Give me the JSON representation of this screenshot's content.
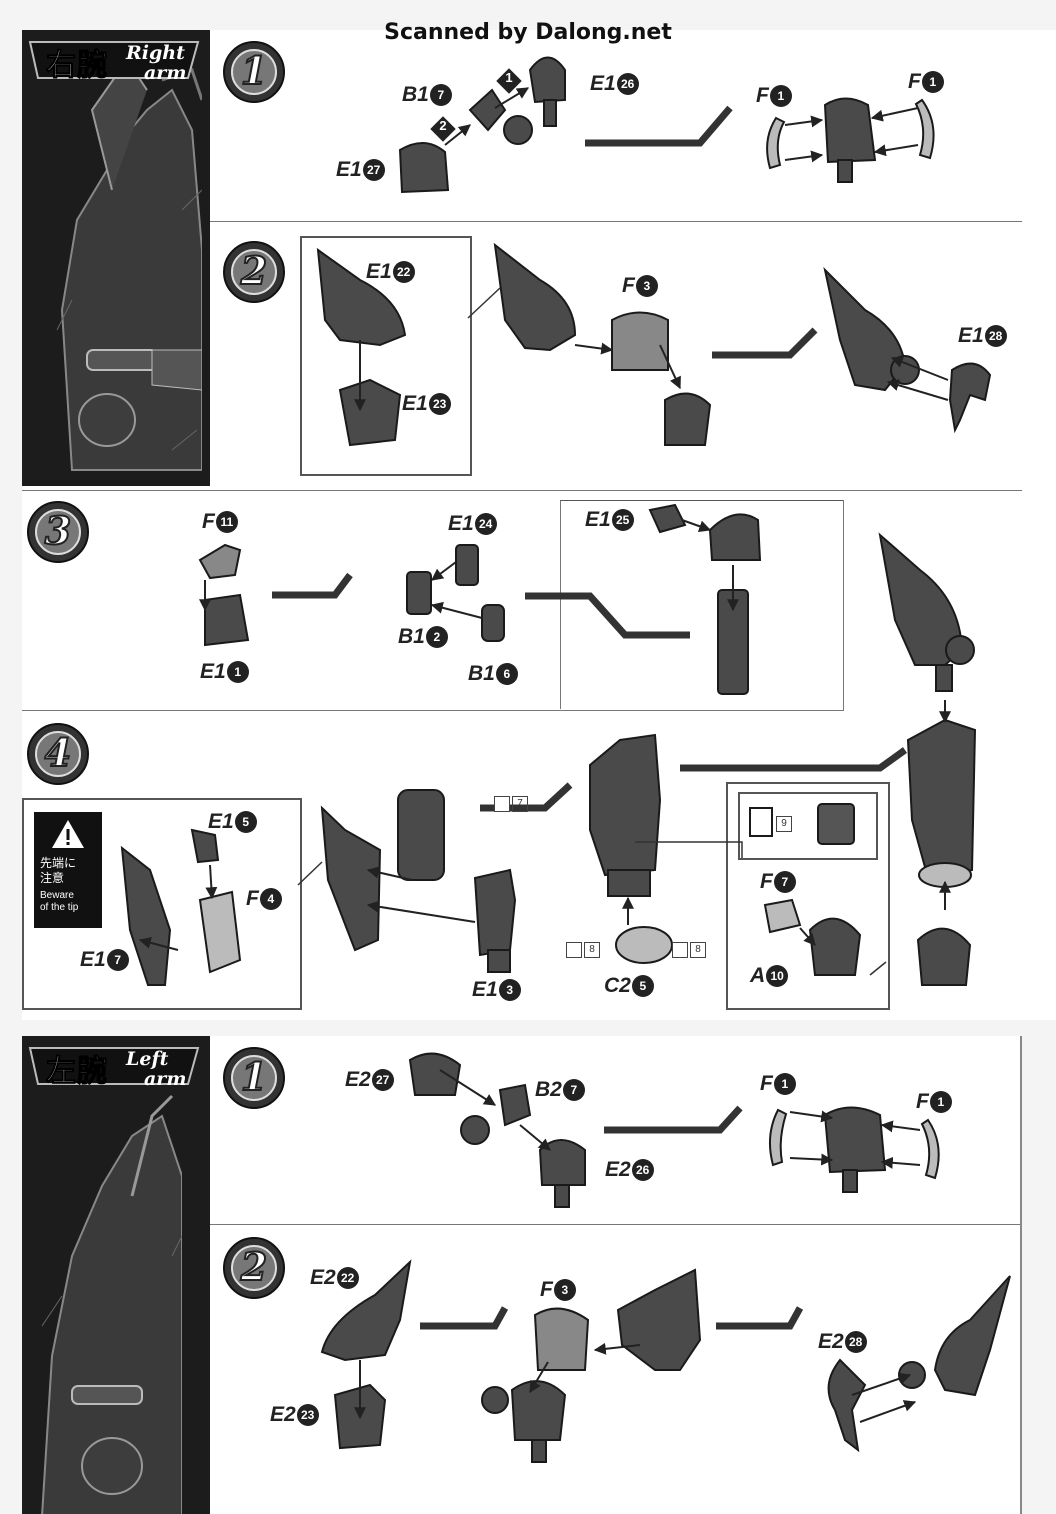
{
  "scan_credit": "Scanned by Dalong.net",
  "sections": {
    "right": {
      "kanji": "右腕",
      "english_line1": "Right",
      "english_line2": "arm"
    },
    "left": {
      "kanji": "左腕",
      "english_line1": "Left",
      "english_line2": "arm"
    }
  },
  "steps": {
    "r1": "1",
    "r2": "2",
    "r3": "3",
    "r4": "4",
    "l1": "1",
    "l2": "2"
  },
  "warning": {
    "jp_line1": "先端に",
    "jp_line2": "注意",
    "en_line1": "Beware",
    "en_line2": "of the tip"
  },
  "sticker_numbers": {
    "s7": "7",
    "s8a": "8",
    "s8b": "8",
    "s9": "9"
  },
  "arrow_order": {
    "a1": "1",
    "a2": "2"
  },
  "parts": {
    "r1_b17": {
      "p": "B1",
      "n": "7"
    },
    "r1_e126": {
      "p": "E1",
      "n": "26"
    },
    "r1_e127": {
      "p": "E1",
      "n": "27"
    },
    "r1_f1a": {
      "p": "F",
      "n": "1"
    },
    "r1_f1b": {
      "p": "F",
      "n": "1"
    },
    "r2_e122": {
      "p": "E1",
      "n": "22"
    },
    "r2_e123": {
      "p": "E1",
      "n": "23"
    },
    "r2_f3": {
      "p": "F",
      "n": "3"
    },
    "r2_e128": {
      "p": "E1",
      "n": "28"
    },
    "r3_f11": {
      "p": "F",
      "n": "11"
    },
    "r3_e11": {
      "p": "E1",
      "n": "1"
    },
    "r3_e124": {
      "p": "E1",
      "n": "24"
    },
    "r3_b12": {
      "p": "B1",
      "n": "2"
    },
    "r3_b16": {
      "p": "B1",
      "n": "6"
    },
    "r3_e125": {
      "p": "E1",
      "n": "25"
    },
    "r4_e15": {
      "p": "E1",
      "n": "5"
    },
    "r4_f4": {
      "p": "F",
      "n": "4"
    },
    "r4_e17": {
      "p": "E1",
      "n": "7"
    },
    "r4_e13": {
      "p": "E1",
      "n": "3"
    },
    "r4_c25": {
      "p": "C2",
      "n": "5"
    },
    "r4_f7": {
      "p": "F",
      "n": "7"
    },
    "r4_a10": {
      "p": "A",
      "n": "10"
    },
    "l1_e227": {
      "p": "E2",
      "n": "27"
    },
    "l1_b27": {
      "p": "B2",
      "n": "7"
    },
    "l1_e226": {
      "p": "E2",
      "n": "26"
    },
    "l1_f1a": {
      "p": "F",
      "n": "1"
    },
    "l1_f1b": {
      "p": "F",
      "n": "1"
    },
    "l2_e222": {
      "p": "E2",
      "n": "22"
    },
    "l2_e223": {
      "p": "E2",
      "n": "23"
    },
    "l2_f3": {
      "p": "F",
      "n": "3"
    },
    "l2_e228": {
      "p": "E2",
      "n": "28"
    }
  },
  "colors": {
    "ink": "#222222",
    "part_fill": "#4a4a4a",
    "sidebar": "#1c1c1c",
    "trim": "#c8c8c8"
  }
}
